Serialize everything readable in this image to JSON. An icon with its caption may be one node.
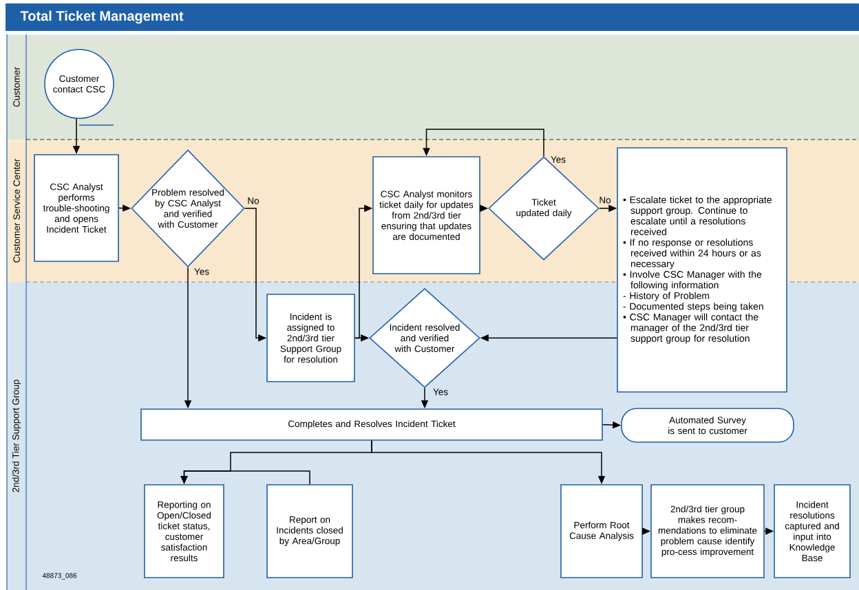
{
  "diagram": {
    "title": "Total Ticket Management",
    "nodes": [
      {
        "text": [
          "Customer"
        ]
      },
      {
        "text": [
          "Customer Service Center"
        ]
      },
      {
        "text": [
          "2nd/3rd Tier Support Group"
        ]
      },
      {
        "text": [
          "Customer contact CSC"
        ],
        "in": 0
      },
      {
        "text": [
          "CSC Analyst performs trouble-shooting and opens Incident Ticket"
        ],
        "in": 1
      },
      {
        "text": [
          "Problem resolved by CSC Analyst and verified with Customer"
        ],
        "in": 1
      },
      {
        "text": [
          "CSC Analyst monitors ticket daily for updates from 2nd/3rd tier ensuring that updates are documented"
        ],
        "in": 1
      },
      {
        "text": [
          "Ticket updated daily"
        ],
        "in": 1
      },
      {
        "text": [
          "• Escalate ticket to the appropriate support group. Continue to escalate until a resolutions received",
          "• If no response or resolutions received within 24 hours or as necessary",
          "• Involve CSC Manager with the following information",
          "- History of Problem",
          "- Documented steps being taken",
          "• CSC Manager will contact the manager of the 2nd/3rd tier support group for resolution"
        ]
      },
      {
        "text": [
          "Incident is assigned to 2nd/3rd tier Support Group for resolution"
        ],
        "in": 2
      },
      {
        "text": [
          "Incident resolved and verified with Customer"
        ],
        "in": 2
      },
      {
        "text": [
          "Completes and Resolves Incident Ticket"
        ],
        "in": 2
      },
      {
        "text": [
          "Automated Survey is sent to customer"
        ],
        "in": 2
      },
      {
        "text": [
          "Reporting on Open/Closed ticket status, customer satisfaction results"
        ],
        "in": 2
      },
      {
        "text": [
          "Report on Incidents closed by Area/Group"
        ],
        "in": 2
      },
      {
        "text": [
          "Perform Root Cause Analysis"
        ],
        "in": 2
      },
      {
        "text": [
          "2nd/3rd tier group makes recom-mendations to eliminate problem cause identify pro-cess improvement"
        ],
        "in": 2
      },
      {
        "text": [
          "Incident resolutions captured and input into Knowledge Base"
        ],
        "in": 2
      }
    ],
    "edges": [
      {
        "from": 3,
        "to": 4,
        "arrow": "to"
      },
      {
        "from": 4,
        "to": 5,
        "arrow": "to"
      },
      {
        "from": 5,
        "to": 9,
        "arrow": "to",
        "label": "No"
      },
      {
        "from": 5,
        "to": 11,
        "arrow": "to",
        "label": "Yes"
      },
      {
        "from": 9,
        "to": 6,
        "arrow": "to"
      },
      {
        "from": 9,
        "to": 10,
        "arrow": "to"
      },
      {
        "from": 6,
        "to": 7,
        "arrow": "to"
      },
      {
        "from": 7,
        "to": 6,
        "arrow": "to",
        "label": "Yes"
      },
      {
        "from": 7,
        "to": 8,
        "arrow": "to",
        "label": "No"
      },
      {
        "from": 8,
        "to": 10,
        "arrow": "to"
      },
      {
        "from": 10,
        "to": 11,
        "arrow": "to",
        "label": "Yes"
      },
      {
        "from": 11,
        "to": 12,
        "arrow": "to"
      },
      {
        "from": 11,
        "to": 13,
        "arrow": "to"
      },
      {
        "from": 14,
        "to": 13,
        "arrow": "to"
      },
      {
        "from": 11,
        "to": 15,
        "arrow": "to"
      },
      {
        "from": 15,
        "to": 16,
        "arrow": "to"
      },
      {
        "from": 16,
        "to": 17,
        "arrow": "to"
      }
    ],
    "labels": [
      "48873_086"
    ]
  }
}
